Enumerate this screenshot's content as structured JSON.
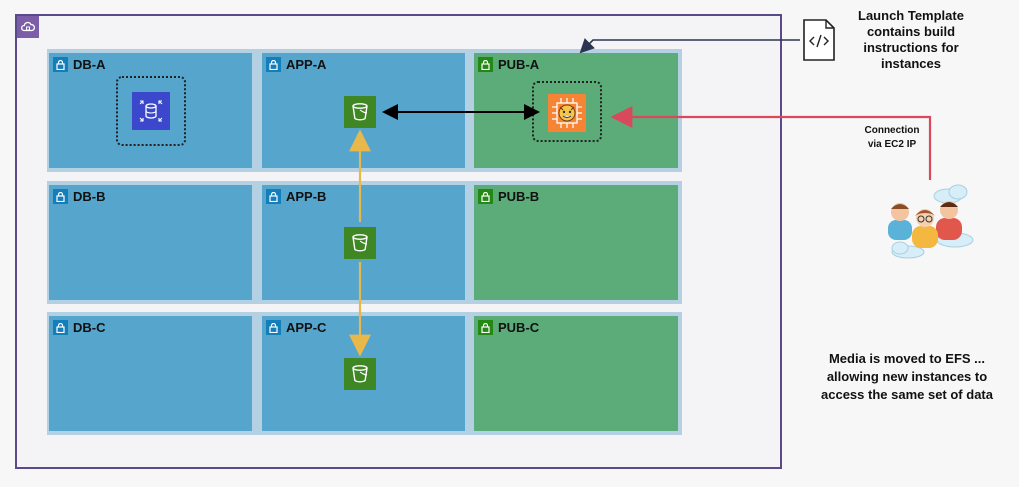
{
  "subnets": {
    "db_a": "DB-A",
    "app_a": "APP-A",
    "pub_a": "PUB-A",
    "db_b": "DB-B",
    "app_b": "APP-B",
    "pub_b": "PUB-B",
    "db_c": "DB-C",
    "app_c": "APP-C",
    "pub_c": "PUB-C"
  },
  "annotations": {
    "launch_template_line1": "Launch Template",
    "launch_template_line2": "contains build",
    "launch_template_line3": "instructions for",
    "launch_template_line4": "instances",
    "connection_line1": "Connection",
    "connection_line2": "via EC2 IP",
    "media_line1": "Media is moved to EFS ...",
    "media_line2": "allowing new instances to",
    "media_line3": "access the same set of data"
  },
  "colors": {
    "vpc_border": "#5a4a8c",
    "private_subnet": "#55a5cd",
    "public_subnet": "#5bac79",
    "efs_arrow": "#e8b94a",
    "connection_arrow": "#d9495c"
  },
  "icons": {
    "vpc": "cloud-icon",
    "lock": "lock-icon",
    "rds": "database-icon",
    "efs": "bucket-icon",
    "ec2": "chip-icon",
    "template": "code-document-icon",
    "users": "users-icon"
  }
}
